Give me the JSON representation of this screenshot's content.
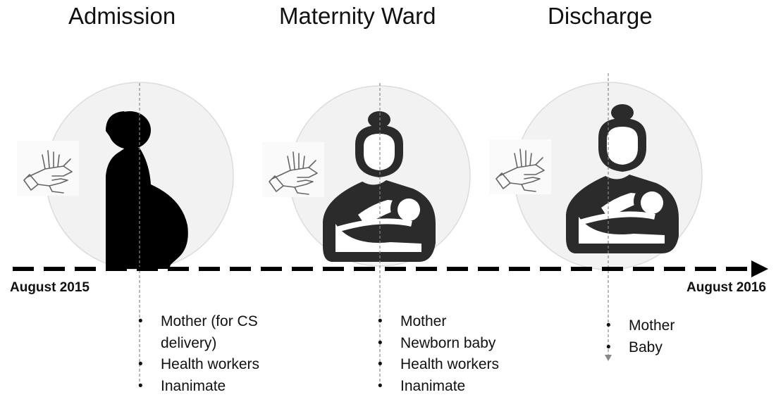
{
  "stages": [
    {
      "title": "Admission",
      "participants": [
        "Mother (for CS",
        "delivery)",
        "Health workers",
        "Inanimate"
      ],
      "icon": "pregnant-woman-icon"
    },
    {
      "title": "Maternity Ward",
      "participants": [
        "Mother",
        "Newborn baby",
        "Health workers",
        "Inanimate"
      ],
      "icon": "mother-with-baby-icon"
    },
    {
      "title": "Discharge",
      "participants": [
        "Mother",
        "Baby"
      ],
      "icon": "mother-with-baby-icon"
    }
  ],
  "timeline": {
    "start_label": "August 2015",
    "end_label": "August 2016"
  },
  "colors": {
    "circle_fill": "#f1f1f1",
    "circle_stroke": "#d9d9d9",
    "silhouette": "#2b2b2b",
    "arrow": "#000000"
  }
}
